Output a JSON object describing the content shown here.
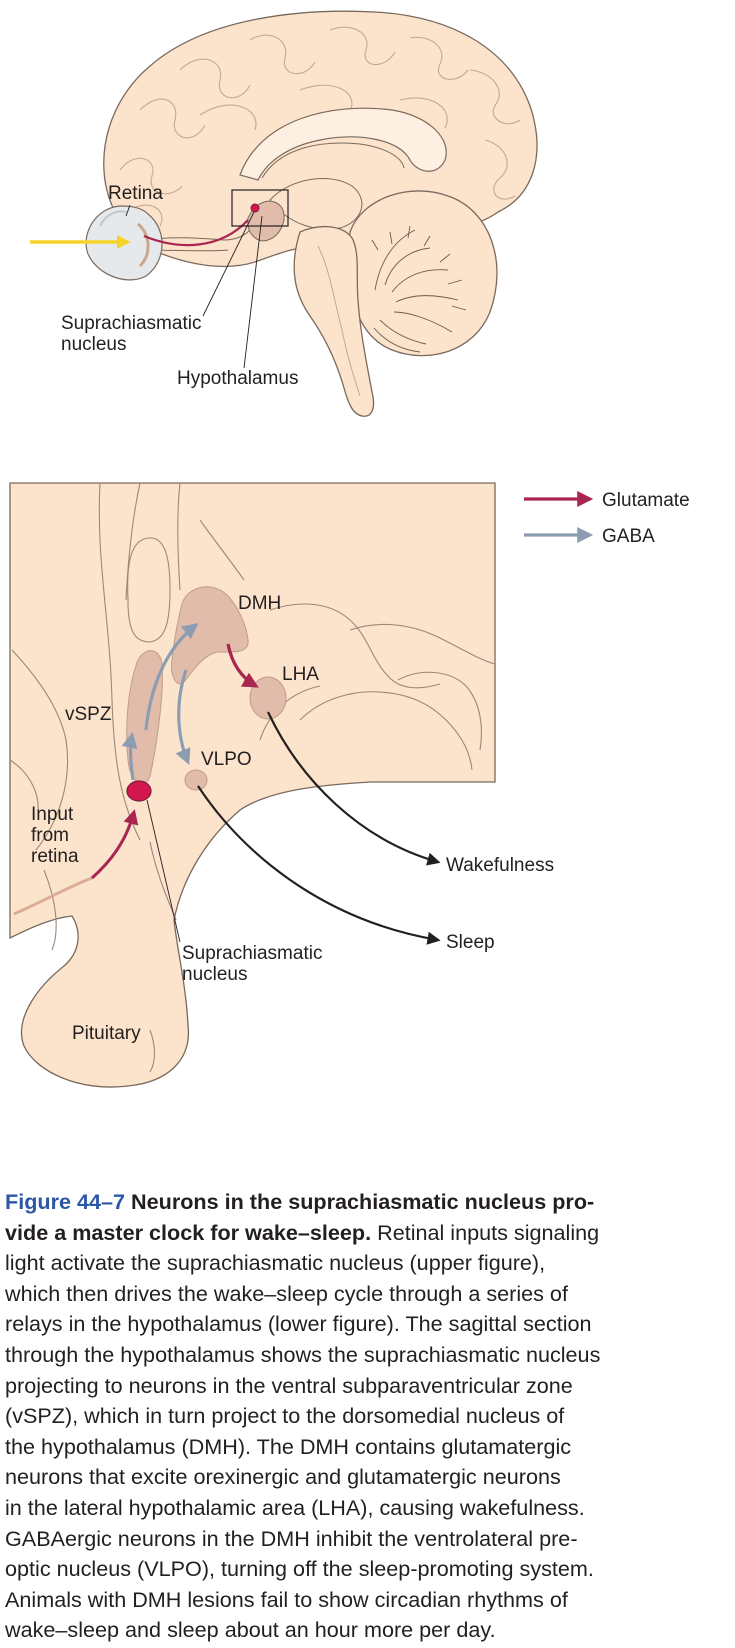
{
  "upper_figure": {
    "labels": {
      "retina": "Retina",
      "scn_line1": "Suprachiasmatic",
      "scn_line2": "nucleus",
      "hypothalamus": "Hypothalamus"
    }
  },
  "lower_figure": {
    "legend": [
      {
        "label": "Glutamate",
        "color": "#a8264f"
      },
      {
        "label": "GABA",
        "color": "#8c9db1"
      }
    ],
    "labels": {
      "dmh": "DMH",
      "lha": "LHA",
      "vspz": "vSPZ",
      "vlpo": "VLPO",
      "input_line1": "Input",
      "input_line2": "from",
      "input_line3": "retina",
      "scn_line1": "Suprachiasmatic",
      "scn_line2": "nucleus",
      "pituitary": "Pituitary",
      "wakefulness": "Wakefulness",
      "sleep": "Sleep"
    }
  },
  "caption": {
    "figure_number": "Figure 44–7",
    "title_line1": "Neurons in the suprachiasmatic nucleus pro-",
    "title_line2": "vide a master clock for wake–sleep.",
    "body_line1_end": " Retinal inputs signaling",
    "lines": [
      "light activate the suprachiasmatic nucleus (upper figure),",
      "which then drives the wake–sleep cycle through a series of",
      "relays in the hypothalamus (lower figure). The sagittal section",
      "through the hypothalamus shows the suprachiasmatic nucleus",
      "projecting to neurons in the ventral subparaventricular zone",
      "(vSPZ), which in turn project to the dorsomedial nucleus of",
      "the hypothalamus (DMH). The DMH contains glutamatergic",
      "neurons that excite orexinergic and glutamatergic neurons",
      "in the lateral hypothalamic area (LHA), causing wakefulness.",
      "GABAergic neurons in the DMH inhibit the ventrolateral pre-",
      "optic nucleus (VLPO), turning off the sleep-promoting system.",
      "Animals with DMH lesions fail to show circadian rhythms of",
      "wake–sleep and sleep about an hour more per day."
    ]
  },
  "colors": {
    "tissue": "#fbe3cc",
    "outline": "#7a6a5e",
    "nucleus": "#e2bcaa",
    "scn": "#d4164f",
    "glutamate": "#a8264f",
    "gaba": "#8c9db1",
    "light": "#f5d42a",
    "caption_accent": "#2b57a5"
  }
}
